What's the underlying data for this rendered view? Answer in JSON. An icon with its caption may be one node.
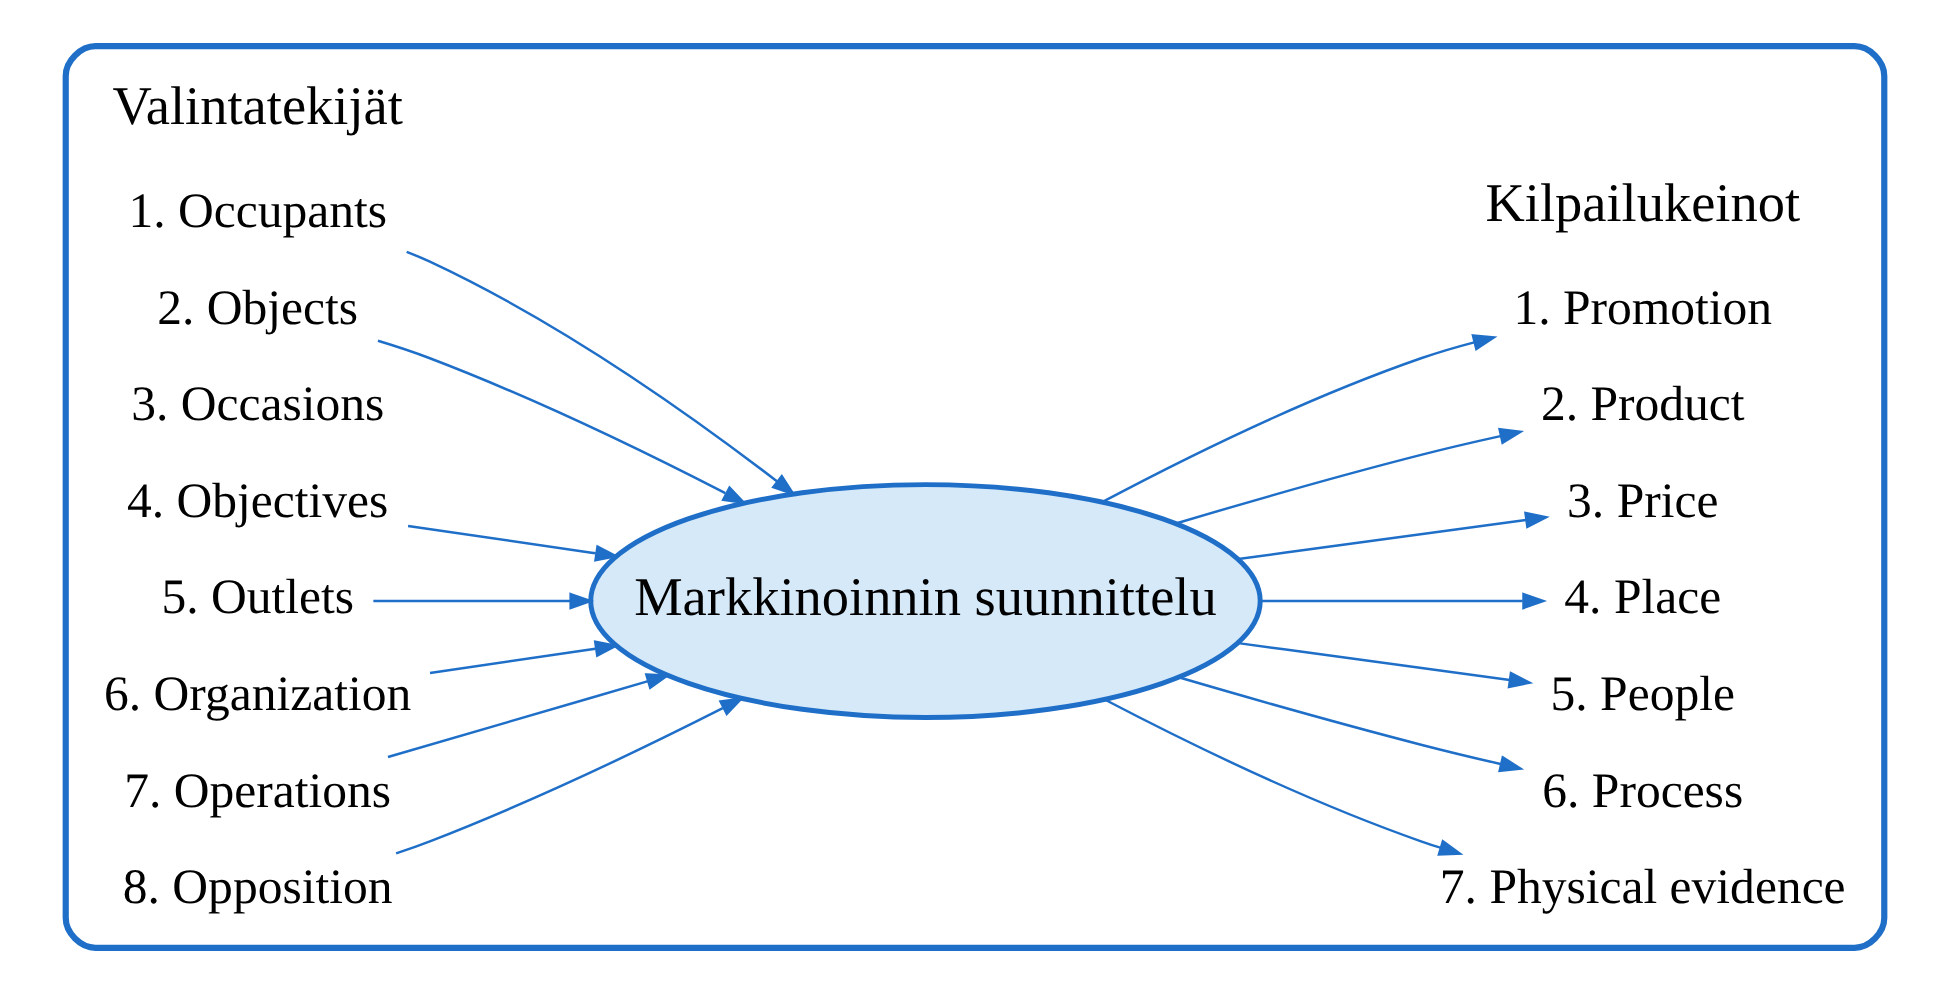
{
  "diagram": {
    "nodes": [
      {
        "text": [],
        "shape": "box"
      },
      {
        "text": [
          "1. Occupants"
        ],
        "in": 0
      },
      {
        "text": [
          "2. Objects"
        ],
        "in": 0
      },
      {
        "text": [
          "3. Occasions"
        ],
        "in": 0
      },
      {
        "text": [
          "4. Objectives"
        ],
        "in": 0
      },
      {
        "text": [
          "5. Outlets"
        ],
        "in": 0
      },
      {
        "text": [
          "6. Organization"
        ],
        "in": 0
      },
      {
        "text": [
          "7. Operations"
        ],
        "in": 0
      },
      {
        "text": [
          "8. Opposition"
        ],
        "in": 0
      },
      {
        "text": [
          "Markkinoinnin suunnittelu"
        ],
        "in": 0
      },
      {
        "text": [
          "1. Promotion"
        ],
        "in": 0
      },
      {
        "text": [
          "2. Product"
        ],
        "in": 0
      },
      {
        "text": [
          "3. Price"
        ],
        "in": 0
      },
      {
        "text": [
          "4. Place"
        ],
        "in": 0
      },
      {
        "text": [
          "5. People"
        ],
        "in": 0
      },
      {
        "text": [
          "6. Process"
        ],
        "in": 0
      },
      {
        "text": [
          "7. Physical evidence"
        ],
        "in": 0
      }
    ],
    "edges": [
      {
        "from": 1,
        "to": 9,
        "arrow": "to"
      },
      {
        "from": 2,
        "to": 9,
        "arrow": "to"
      },
      {
        "from": 4,
        "to": 9,
        "arrow": "to"
      },
      {
        "from": 5,
        "to": 9,
        "arrow": "to"
      },
      {
        "from": 6,
        "to": 9,
        "arrow": "to"
      },
      {
        "from": 7,
        "to": 9,
        "arrow": "to"
      },
      {
        "from": 8,
        "to": 9,
        "arrow": "to"
      },
      {
        "from": 9,
        "to": 10,
        "arrow": "to"
      },
      {
        "from": 9,
        "to": 11,
        "arrow": "to"
      },
      {
        "from": 9,
        "to": 12,
        "arrow": "to"
      },
      {
        "from": 9,
        "to": 13,
        "arrow": "to"
      },
      {
        "from": 9,
        "to": 14,
        "arrow": "to"
      },
      {
        "from": 9,
        "to": 15,
        "arrow": "to"
      },
      {
        "from": 9,
        "to": 16,
        "arrow": "to"
      }
    ],
    "labels": [
      "Valintatekijät",
      "Kilpailukeinot"
    ]
  }
}
